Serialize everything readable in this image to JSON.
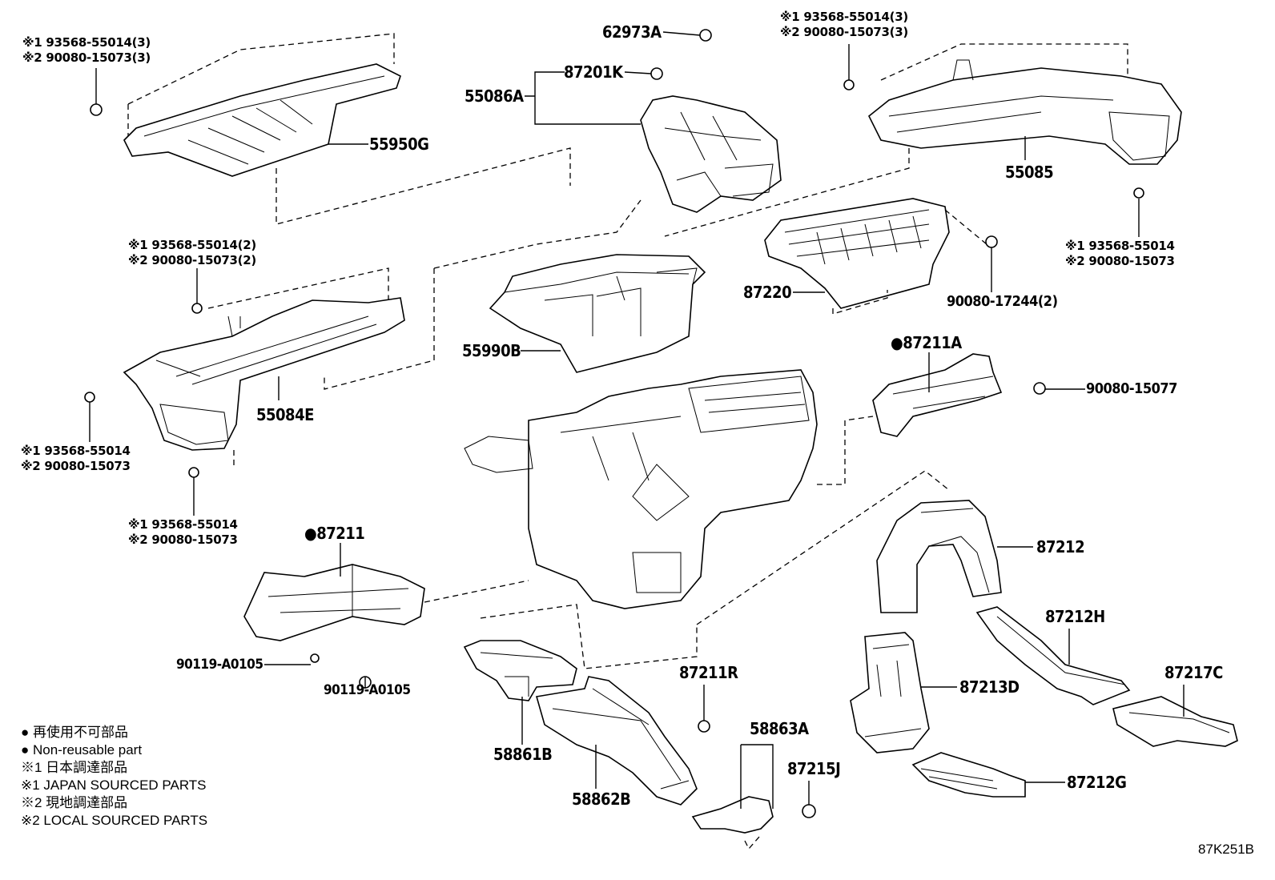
{
  "parts": {
    "p55950G": "55950G",
    "p62973A": "62973A",
    "p87201K": "87201K",
    "p55086A": "55086A",
    "p55085": "55085",
    "p87220": "87220",
    "p90080_17244": "90080-17244(2)",
    "p55990B": "55990B",
    "p87211A": "●87211A",
    "p90080_15077": "90080-15077",
    "p55084E": "55084E",
    "p87211": "●87211",
    "p87212": "87212",
    "p87212H": "87212H",
    "p87213D": "87213D",
    "p87217C": "87217C",
    "p87212G": "87212G",
    "p90119_a": "90119-A0105",
    "p90119_b": "90119-A0105",
    "p58861B": "58861B",
    "p58862B": "58862B",
    "p87211R": "87211R",
    "p58863A": "58863A",
    "p87215J": "87215J"
  },
  "fasteners": {
    "topleft": [
      "※1 93568-55014(3)",
      "※2 90080-15073(3)"
    ],
    "topright": [
      "※1 93568-55014(3)",
      "※2 90080-15073(3)"
    ],
    "right": [
      "※1 93568-55014",
      "※2 90080-15073"
    ],
    "midleft": [
      "※1 93568-55014(2)",
      "※2 90080-15073(2)"
    ],
    "left1": [
      "※1 93568-55014",
      "※2 90080-15073"
    ],
    "left2": [
      "※1 93568-55014",
      "※2 90080-15073"
    ]
  },
  "legend": [
    "● 再使用不可部品",
    "● Non-reusable part",
    "※1 日本調達部品",
    "※1 JAPAN SOURCED PARTS",
    "※2 現地調達部品",
    "※2 LOCAL SOURCED PARTS"
  ],
  "diagram_code": "87K251B"
}
